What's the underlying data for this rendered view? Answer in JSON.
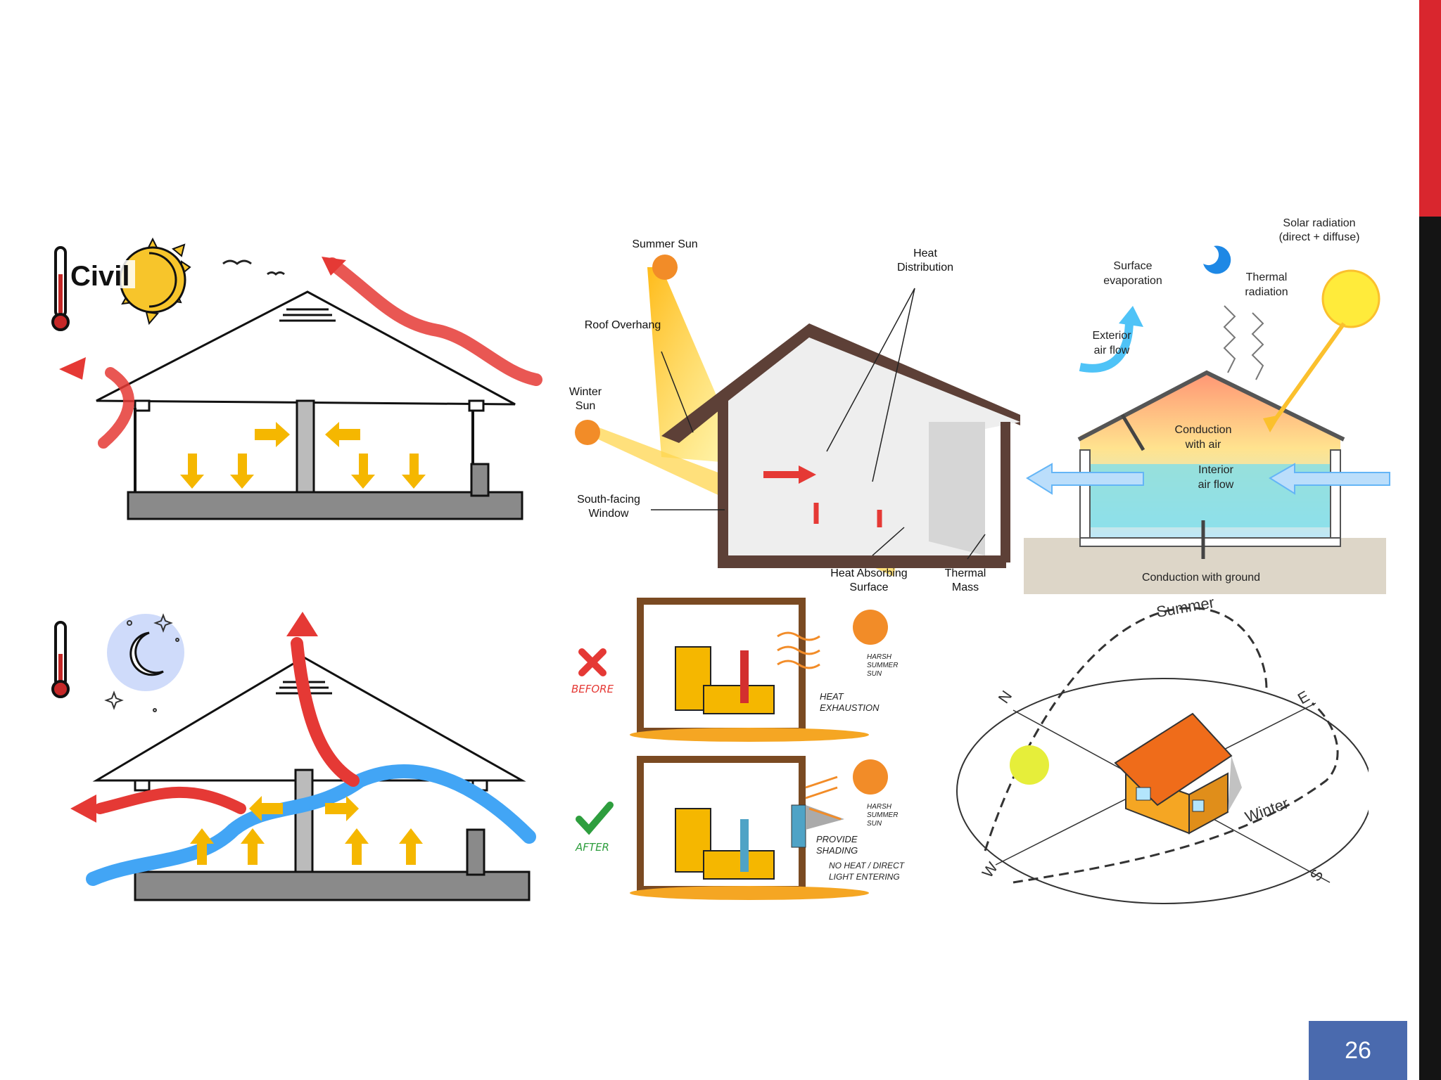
{
  "slide": {
    "page_number": "26",
    "accent_color": "#d9262e",
    "page_box_color": "#4a6aae"
  },
  "day_section": {
    "logo_text": "Civil",
    "icons": [
      "thermometer-icon",
      "sun-icon",
      "birds-icon"
    ]
  },
  "night_section": {
    "icons": [
      "thermometer-icon",
      "moon-icon",
      "star-icon"
    ]
  },
  "passive_solar": {
    "summer_sun": "Summer Sun",
    "winter_sun_line1": "Winter",
    "winter_sun_line2": "Sun",
    "roof_overhang": "Roof Overhang",
    "heat_distribution_line1": "Heat",
    "heat_distribution_line2": "Distribution",
    "south_window_line1": "South-facing",
    "south_window_line2": "Window",
    "heat_surface_line1": "Heat Absorbing",
    "heat_surface_line2": "Surface",
    "thermal_mass_line1": "Thermal",
    "thermal_mass_line2": "Mass"
  },
  "heat_transfer": {
    "solar_line1": "Solar radiation",
    "solar_line2": "(direct + diffuse)",
    "surface_evap_line1": "Surface",
    "surface_evap_line2": "evaporation",
    "thermal_rad_line1": "Thermal",
    "thermal_rad_line2": "radiation",
    "exterior_air_line1": "Exterior",
    "exterior_air_line2": "air flow",
    "conduction_air_line1": "Conduction",
    "conduction_air_line2": "with air",
    "interior_air_line1": "Interior",
    "interior_air_line2": "air flow",
    "conduction_ground": "Conduction with ground"
  },
  "shading": {
    "before": "BEFORE",
    "after": "AFTER",
    "harsh_sun_line1": "HARSH",
    "harsh_sun_line2": "SUMMER",
    "harsh_sun_line3": "SUN",
    "heat_exhaustion_line1": "HEAT",
    "heat_exhaustion_line2": "EXHAUSTION",
    "provide_shading_line1": "PROVIDE",
    "provide_shading_line2": "SHADING",
    "no_heat_line1": "NO HEAT / DIRECT",
    "no_heat_line2": "LIGHT ENTERING"
  },
  "sun_path": {
    "summer": "Summer",
    "winter": "Winter",
    "north": "N",
    "east": "E",
    "south": "S",
    "west": "W"
  }
}
